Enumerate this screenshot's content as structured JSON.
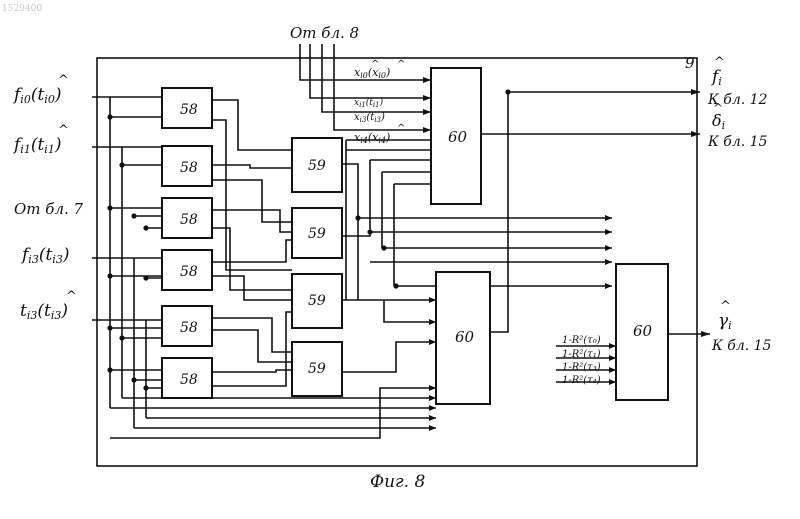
{
  "doc_number": "1529400",
  "frame_label": "9",
  "caption": "Фиг. 8",
  "blocks": {
    "b58": "58",
    "b59": "59",
    "b60": "60"
  },
  "inputs": {
    "top_source": "От бл. 8",
    "left_source": "От бл. 7",
    "f_i0": "f",
    "f_i0_sub": "i0",
    "f_i0_arg": "(t",
    "f_i0_arg_sub": "i0",
    "f_i1": "f",
    "f_i1_sub": "i1",
    "f_i1_arg": "(t",
    "f_i1_arg_sub": "i1",
    "f_i3": "f",
    "f_i3_sub": "i3",
    "f_i3_arg": "(t",
    "f_i3_arg_sub": "i3",
    "t_i3": "t",
    "t_i3_sub": "i3",
    "t_i3_arg": "(t",
    "t_i3_arg_sub": "i3",
    "x_labels": [
      "x",
      "x",
      "x",
      "x"
    ],
    "x_subs": [
      "i0",
      "i1",
      "i3",
      "i4"
    ],
    "x_args": [
      "(x",
      "(t",
      "(t",
      "(x"
    ],
    "x_arg_subs": [
      "i0",
      "i1",
      "i3",
      "i4"
    ],
    "r_labels": [
      "1-R²(τ₀)",
      "1-R²(τ₁)",
      "1-R²(τ₃)",
      "1-R²(τ₄)"
    ]
  },
  "outputs": {
    "f_hat": "f",
    "f_sub": "i",
    "f_dest": "К бл. 12",
    "delta_hat": "δ",
    "delta_sub": "i",
    "delta_dest": "К бл. 15",
    "gamma_hat": "γ",
    "gamma_sub": "i",
    "gamma_dest": "К бл. 15"
  }
}
